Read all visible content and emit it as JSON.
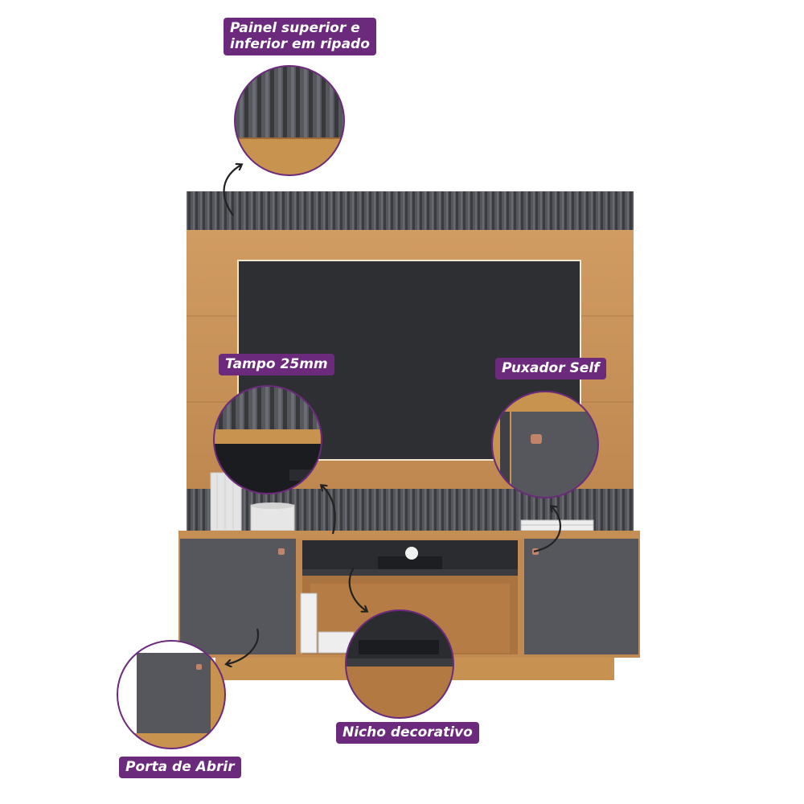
{
  "callouts": {
    "ripado_line1": "Painel superior e",
    "ripado_line2": "inferior em ripado",
    "tampo": "Tampo 25mm",
    "puxador": "Puxador Self",
    "porta": "Porta de Abrir",
    "nicho": "Nicho decorativo"
  },
  "colors": {
    "label_bg": "#6b2a7c",
    "wood": "#c89257",
    "slat_gray": "#4b4d52",
    "panel_black": "#2e2f33",
    "door_gray": "#55575c"
  }
}
